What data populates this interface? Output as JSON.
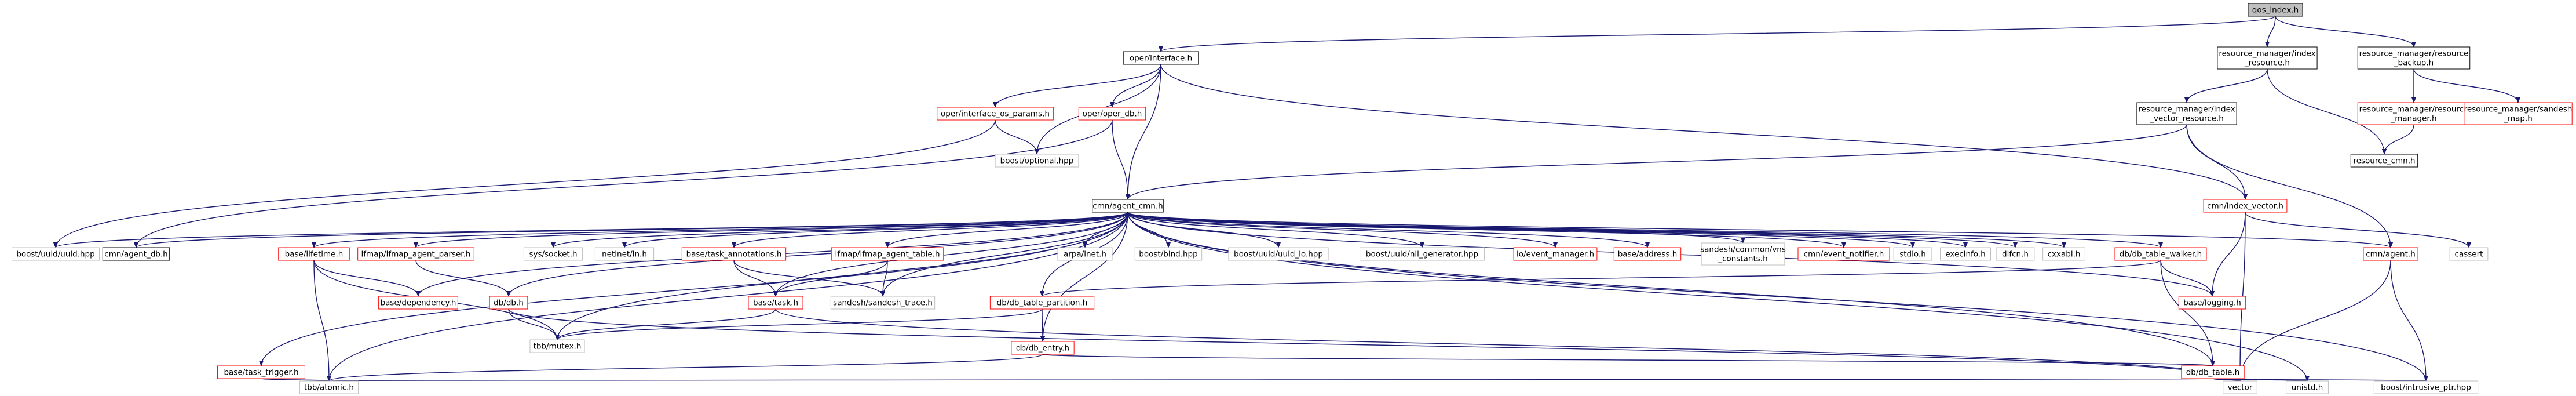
{
  "diagram": {
    "colors": {
      "edge": "#191970",
      "text": "#000000",
      "border_default": "#000000",
      "border_red": "#ff0000",
      "border_grey": "#bfbfbf",
      "fill_root": "#bfbfbf",
      "fill_default": "#ffffff"
    },
    "nodes": [
      {
        "id": "root",
        "label": "qos_index.h",
        "style": "root"
      },
      {
        "id": "oper_interface",
        "label": "oper/interface.h",
        "style": "black"
      },
      {
        "id": "rm_index_resource",
        "label": "resource_manager/index\n_resource.h",
        "style": "black"
      },
      {
        "id": "rm_resource_backup",
        "label": "resource_manager/resource\n_backup.h",
        "style": "black"
      },
      {
        "id": "oper_interface_os_params",
        "label": "oper/interface_os_params.h",
        "style": "red"
      },
      {
        "id": "oper_oper_db",
        "label": "oper/oper_db.h",
        "style": "red"
      },
      {
        "id": "rm_index_vector_resource",
        "label": "resource_manager/index\n_vector_resource.h",
        "style": "black"
      },
      {
        "id": "rm_resource_manager",
        "label": "resource_manager/resource\n_manager.h",
        "style": "red"
      },
      {
        "id": "rm_sandesh_map",
        "label": "resource_manager/sandesh\n_map.h",
        "style": "red"
      },
      {
        "id": "boost_optional",
        "label": "boost/optional.hpp",
        "style": "grey"
      },
      {
        "id": "resource_cmn",
        "label": "resource_cmn.h",
        "style": "black"
      },
      {
        "id": "cmn_agent_cmn",
        "label": "cmn/agent_cmn.h",
        "style": "black"
      },
      {
        "id": "cmn_index_vector",
        "label": "cmn/index_vector.h",
        "style": "red"
      },
      {
        "id": "boost_uuid",
        "label": "boost/uuid/uuid.hpp",
        "style": "grey"
      },
      {
        "id": "cmn_agent_db",
        "label": "cmn/agent_db.h",
        "style": "black"
      },
      {
        "id": "base_lifetime",
        "label": "base/lifetime.h",
        "style": "red"
      },
      {
        "id": "ifmap_agent_parser",
        "label": "ifmap/ifmap_agent_parser.h",
        "style": "red"
      },
      {
        "id": "sys_socket",
        "label": "sys/socket.h",
        "style": "grey"
      },
      {
        "id": "netinet_in",
        "label": "netinet/in.h",
        "style": "grey"
      },
      {
        "id": "base_task_annotations",
        "label": "base/task_annotations.h",
        "style": "red"
      },
      {
        "id": "ifmap_agent_table",
        "label": "ifmap/ifmap_agent_table.h",
        "style": "red"
      },
      {
        "id": "arpa_inet",
        "label": "arpa/inet.h",
        "style": "grey"
      },
      {
        "id": "boost_bind",
        "label": "boost/bind.hpp",
        "style": "grey"
      },
      {
        "id": "boost_uuid_io",
        "label": "boost/uuid/uuid_io.hpp",
        "style": "grey"
      },
      {
        "id": "boost_nil_gen",
        "label": "boost/uuid/nil_generator.hpp",
        "style": "grey"
      },
      {
        "id": "io_event_manager",
        "label": "io/event_manager.h",
        "style": "red"
      },
      {
        "id": "base_address",
        "label": "base/address.h",
        "style": "red"
      },
      {
        "id": "sandesh_vns",
        "label": "sandesh/common/vns\n_constants.h",
        "style": "grey"
      },
      {
        "id": "cmn_event_notifier",
        "label": "cmn/event_notifier.h",
        "style": "red"
      },
      {
        "id": "stdio",
        "label": "stdio.h",
        "style": "grey"
      },
      {
        "id": "execinfo",
        "label": "execinfo.h",
        "style": "grey"
      },
      {
        "id": "dlfcn",
        "label": "dlfcn.h",
        "style": "grey"
      },
      {
        "id": "cxxabi",
        "label": "cxxabi.h",
        "style": "grey"
      },
      {
        "id": "db_table_walker",
        "label": "db/db_table_walker.h",
        "style": "red"
      },
      {
        "id": "cmn_agent",
        "label": "cmn/agent.h",
        "style": "red"
      },
      {
        "id": "cassert",
        "label": "cassert",
        "style": "grey"
      },
      {
        "id": "base_dependency",
        "label": "base/dependency.h",
        "style": "red"
      },
      {
        "id": "db_db",
        "label": "db/db.h",
        "style": "red"
      },
      {
        "id": "base_task",
        "label": "base/task.h",
        "style": "red"
      },
      {
        "id": "sandesh_trace",
        "label": "sandesh/sandesh_trace.h",
        "style": "grey"
      },
      {
        "id": "db_table_partition",
        "label": "db/db_table_partition.h",
        "style": "red"
      },
      {
        "id": "base_logging",
        "label": "base/logging.h",
        "style": "red"
      },
      {
        "id": "tbb_mutex",
        "label": "tbb/mutex.h",
        "style": "grey"
      },
      {
        "id": "db_entry",
        "label": "db/db_entry.h",
        "style": "red"
      },
      {
        "id": "base_task_trigger",
        "label": "base/task_trigger.h",
        "style": "red"
      },
      {
        "id": "db_table",
        "label": "db/db_table.h",
        "style": "red"
      },
      {
        "id": "tbb_atomic",
        "label": "tbb/atomic.h",
        "style": "grey"
      },
      {
        "id": "vector",
        "label": "vector",
        "style": "grey"
      },
      {
        "id": "unistd",
        "label": "unistd.h",
        "style": "grey"
      },
      {
        "id": "boost_intrusive",
        "label": "boost/intrusive_ptr.hpp",
        "style": "grey"
      }
    ],
    "edges": [
      [
        "root",
        "oper_interface"
      ],
      [
        "root",
        "rm_index_resource"
      ],
      [
        "root",
        "rm_resource_backup"
      ],
      [
        "oper_interface",
        "oper_interface_os_params"
      ],
      [
        "oper_interface",
        "oper_oper_db"
      ],
      [
        "oper_interface",
        "boost_optional"
      ],
      [
        "oper_interface",
        "cmn_agent_cmn"
      ],
      [
        "oper_interface",
        "cmn_index_vector"
      ],
      [
        "rm_index_resource",
        "rm_index_vector_resource"
      ],
      [
        "rm_index_resource",
        "resource_cmn"
      ],
      [
        "rm_resource_backup",
        "rm_resource_manager"
      ],
      [
        "rm_resource_backup",
        "rm_sandesh_map"
      ],
      [
        "rm_resource_manager",
        "resource_cmn"
      ],
      [
        "oper_interface_os_params",
        "boost_optional"
      ],
      [
        "oper_interface_os_params",
        "boost_uuid"
      ],
      [
        "oper_oper_db",
        "cmn_agent_cmn"
      ],
      [
        "oper_oper_db",
        "cmn_agent_db"
      ],
      [
        "rm_index_vector_resource",
        "cmn_agent_cmn"
      ],
      [
        "rm_index_vector_resource",
        "cmn_index_vector"
      ],
      [
        "rm_index_vector_resource",
        "cmn_agent"
      ],
      [
        "cmn_index_vector",
        "base_logging"
      ],
      [
        "cmn_index_vector",
        "vector"
      ],
      [
        "cmn_index_vector",
        "cassert"
      ],
      [
        "cmn_agent_cmn",
        "boost_uuid"
      ],
      [
        "cmn_agent_cmn",
        "cmn_agent_db"
      ],
      [
        "cmn_agent_cmn",
        "base_lifetime"
      ],
      [
        "cmn_agent_cmn",
        "ifmap_agent_parser"
      ],
      [
        "cmn_agent_cmn",
        "sys_socket"
      ],
      [
        "cmn_agent_cmn",
        "netinet_in"
      ],
      [
        "cmn_agent_cmn",
        "base_task_annotations"
      ],
      [
        "cmn_agent_cmn",
        "ifmap_agent_table"
      ],
      [
        "cmn_agent_cmn",
        "arpa_inet"
      ],
      [
        "cmn_agent_cmn",
        "boost_bind"
      ],
      [
        "cmn_agent_cmn",
        "boost_uuid_io"
      ],
      [
        "cmn_agent_cmn",
        "boost_nil_gen"
      ],
      [
        "cmn_agent_cmn",
        "io_event_manager"
      ],
      [
        "cmn_agent_cmn",
        "base_address"
      ],
      [
        "cmn_agent_cmn",
        "sandesh_vns"
      ],
      [
        "cmn_agent_cmn",
        "cmn_event_notifier"
      ],
      [
        "cmn_agent_cmn",
        "stdio"
      ],
      [
        "cmn_agent_cmn",
        "execinfo"
      ],
      [
        "cmn_agent_cmn",
        "dlfcn"
      ],
      [
        "cmn_agent_cmn",
        "cxxabi"
      ],
      [
        "cmn_agent_cmn",
        "db_table_walker"
      ],
      [
        "cmn_agent_cmn",
        "cmn_agent"
      ],
      [
        "cmn_agent_cmn",
        "base_dependency"
      ],
      [
        "cmn_agent_cmn",
        "db_db"
      ],
      [
        "cmn_agent_cmn",
        "base_task"
      ],
      [
        "cmn_agent_cmn",
        "sandesh_trace"
      ],
      [
        "cmn_agent_cmn",
        "db_table_partition"
      ],
      [
        "cmn_agent_cmn",
        "base_logging"
      ],
      [
        "cmn_agent_cmn",
        "tbb_mutex"
      ],
      [
        "cmn_agent_cmn",
        "db_entry"
      ],
      [
        "cmn_agent_cmn",
        "base_task_trigger"
      ],
      [
        "cmn_agent_cmn",
        "db_table"
      ],
      [
        "cmn_agent_cmn",
        "tbb_atomic"
      ],
      [
        "cmn_agent_cmn",
        "unistd"
      ],
      [
        "cmn_agent_cmn",
        "boost_intrusive"
      ],
      [
        "base_lifetime",
        "base_dependency"
      ],
      [
        "base_lifetime",
        "tbb_mutex"
      ],
      [
        "base_lifetime",
        "tbb_atomic"
      ],
      [
        "ifmap_agent_parser",
        "db_db"
      ],
      [
        "base_task_annotations",
        "base_task"
      ],
      [
        "base_task_annotations",
        "sandesh_trace"
      ],
      [
        "ifmap_agent_table",
        "base_task"
      ],
      [
        "ifmap_agent_table",
        "sandesh_trace"
      ],
      [
        "db_table_walker",
        "base_logging"
      ],
      [
        "db_table_walker",
        "db_table"
      ],
      [
        "db_table_walker",
        "db_table_partition"
      ],
      [
        "cmn_agent",
        "vector"
      ],
      [
        "cmn_agent",
        "boost_intrusive"
      ],
      [
        "db_db",
        "tbb_mutex"
      ],
      [
        "db_db",
        "vector"
      ],
      [
        "base_task",
        "tbb_mutex"
      ],
      [
        "base_task",
        "vector"
      ],
      [
        "db_table_partition",
        "db_entry"
      ],
      [
        "db_table_partition",
        "tbb_mutex"
      ],
      [
        "db_entry",
        "db_table"
      ],
      [
        "db_entry",
        "tbb_atomic"
      ],
      [
        "base_task_trigger",
        "tbb_atomic"
      ],
      [
        "db_table",
        "tbb_atomic"
      ],
      [
        "db_table",
        "vector"
      ],
      [
        "db_table",
        "unistd"
      ],
      [
        "db_table",
        "boost_intrusive"
      ]
    ]
  }
}
